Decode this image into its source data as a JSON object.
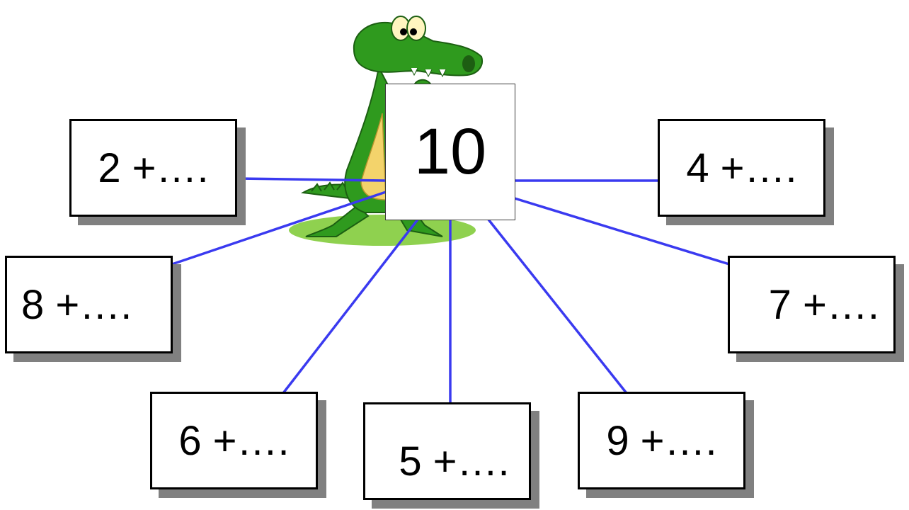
{
  "center": {
    "label": "10"
  },
  "boxes": [
    {
      "id": "2",
      "label": "2 +…."
    },
    {
      "id": "4",
      "label": "4 +…."
    },
    {
      "id": "8",
      "label": "8 +…."
    },
    {
      "id": "7",
      "label": "7 +…."
    },
    {
      "id": "6",
      "label": "6 +…."
    },
    {
      "id": "5",
      "label": "5 +…."
    },
    {
      "id": "9",
      "label": "9 +…."
    }
  ],
  "colors": {
    "connector": "#3a3af0",
    "box_border": "#000000",
    "box_shadow": "#808080",
    "crocodile_body": "#2f9a1e",
    "crocodile_belly": "#f3d36b",
    "ground": "#8fd14f"
  },
  "illustration": "crocodile-mascot-holding-card"
}
